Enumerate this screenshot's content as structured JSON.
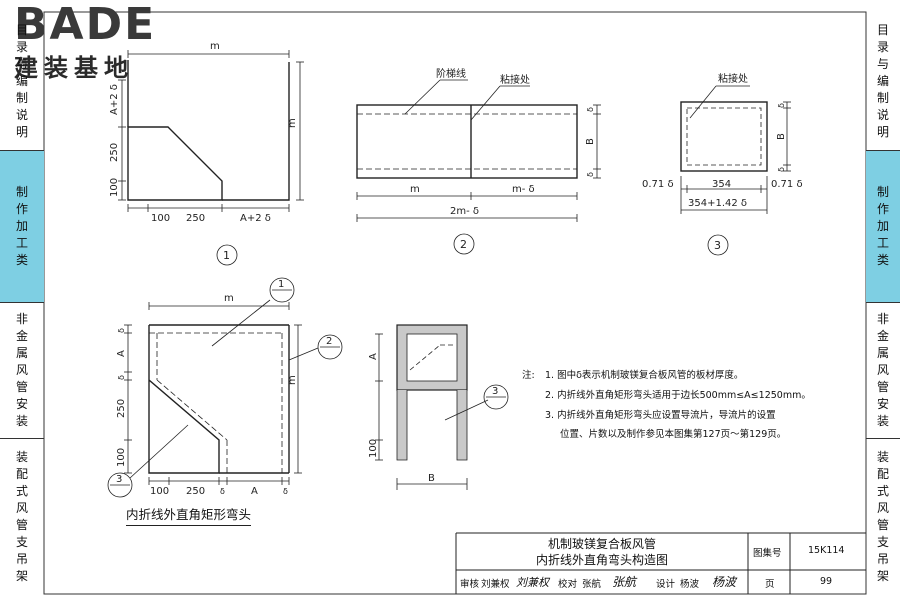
{
  "logo": {
    "brand": "BADE",
    "subtitle": "建装基地"
  },
  "sidebar_left": [
    {
      "label": "目录与编制说明",
      "active": false
    },
    {
      "label": "制作加工类",
      "active": true
    },
    {
      "label": "非金属风管安装",
      "active": false
    },
    {
      "label": "装配式风管支吊架",
      "active": false
    }
  ],
  "sidebar_right": [
    {
      "label": "目录与编制说明",
      "active": false
    },
    {
      "label": "制作加工类",
      "active": true
    },
    {
      "label": "非金属风管安装",
      "active": false
    },
    {
      "label": "装配式风管支吊架",
      "active": false
    }
  ],
  "accent_color": "#7ecfe3",
  "figure1": {
    "dims": {
      "m_top": "m",
      "m_side": "m",
      "a2d": "A+2 δ",
      "d250": "250",
      "d100": "100",
      "b100": "100",
      "b250": "250",
      "ba2d": "A+2 δ"
    },
    "label": "1"
  },
  "figure2": {
    "ladder_line": "阶梯线",
    "joint": "粘接处",
    "dims": {
      "m": "m",
      "m_minus_d": "m- δ",
      "total": "2m- δ",
      "b": "B",
      "d1": "δ",
      "d2": "δ"
    },
    "label": "2"
  },
  "figure3": {
    "joint": "粘接处",
    "dims": {
      "left": "0.71 δ",
      "mid": "354",
      "right": "0.71 δ",
      "total": "354+1.42 δ",
      "b": "B",
      "d1": "δ",
      "d2": "δ"
    },
    "label": "3"
  },
  "figure4": {
    "title": "内折线外直角矩形弯头",
    "dims": {
      "m_top": "m",
      "m_side": "m",
      "d1": "δ",
      "a": "A",
      "d2": "δ",
      "d250": "250",
      "d100": "100",
      "b100": "100",
      "b250": "250",
      "bd1": "δ",
      "ba": "A",
      "bd2": "δ"
    },
    "callouts": [
      "1",
      "2",
      "3"
    ]
  },
  "figure5": {
    "dims": {
      "a": "A",
      "d100": "100",
      "b": "B"
    },
    "callout": "3"
  },
  "notes": {
    "prefix": "注:",
    "items": [
      "1. 图中δ表示机制玻镁复合板风管的板材厚度。",
      "2. 内折线外直角矩形弯头适用于边长500mm≤A≤1250mm。",
      "3. 内折线外直角矩形弯头应设置导流片，导流片的设置",
      "位置、片数以及制作参见本图集第127页～第129页。"
    ]
  },
  "title_block": {
    "title_line1": "机制玻镁复合板风管",
    "title_line2": "内折线外直角弯头构造图",
    "atlas_label": "图集号",
    "atlas_no": "15K114",
    "review_label": "审核",
    "reviewer": "刘兼权",
    "reviewer_sign": "刘兼权",
    "check_label": "校对",
    "checker": "张航",
    "checker_sign": "张航",
    "design_label": "设计",
    "designer": "杨波",
    "designer_sign": "杨波",
    "page_label": "页",
    "page_no": "99"
  }
}
